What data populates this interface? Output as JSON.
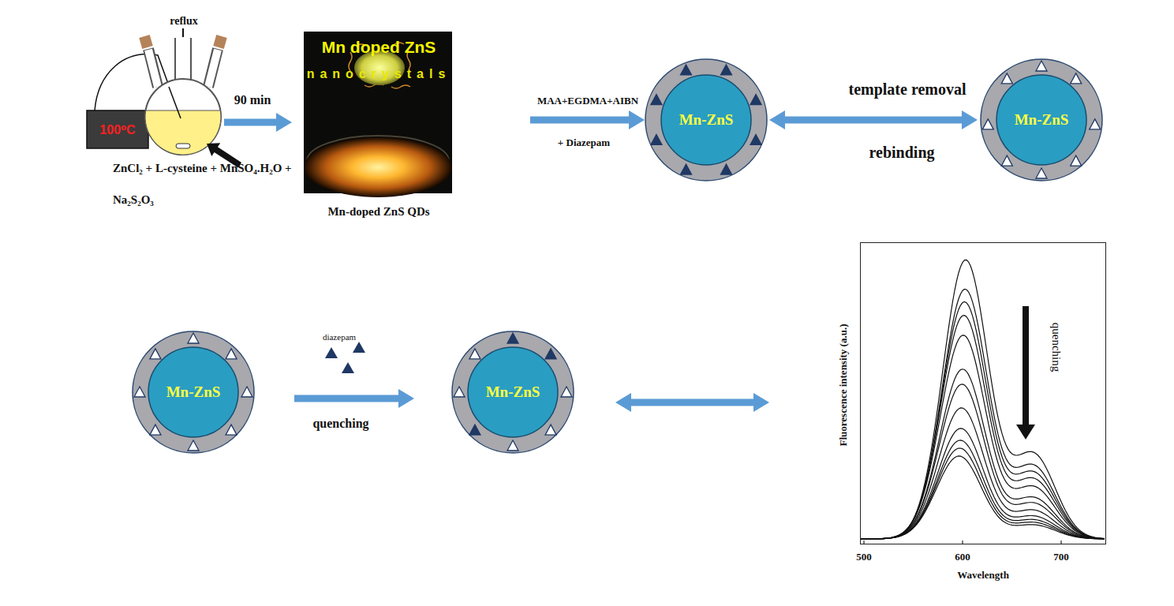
{
  "diagram": {
    "nodes": [
      {
        "text": [
          "ZnCl₂ + L-cysteine + MnSO₄.H₂O + Na₂S₂O₃"
        ]
      },
      {
        "text": [
          "Mn doped ZnS",
          "nanocrystals",
          "Mn-doped ZnS QDs"
        ]
      },
      {
        "text": [
          "Mn-ZnS"
        ]
      },
      {
        "text": [
          "Mn-ZnS"
        ]
      },
      {
        "text": [
          "Mn-ZnS"
        ]
      },
      {
        "text": [
          "Mn-ZnS"
        ]
      },
      {
        "text": [
          "Fluorescence intensity (a.u.)",
          "Wavelength"
        ]
      }
    ],
    "edges": [
      {
        "from": 0,
        "to": 1,
        "arrow": "to",
        "label": "90 min"
      },
      {
        "from": 1,
        "to": 2,
        "arrow": "to",
        "label": "MAA+EGDMA+AIBN"
      },
      {
        "from": 2,
        "to": 3,
        "arrow": "both",
        "label": "template removal"
      },
      {
        "from": 4,
        "to": 5,
        "arrow": "to",
        "label": "quenching"
      },
      {
        "from": 5,
        "to": 6,
        "arrow": "both"
      }
    ],
    "labels": [
      "reflux",
      "100⁰C",
      "+ Diazepam",
      "rebinding",
      "diazepam",
      "500",
      "600",
      "700",
      "quenching"
    ]
  }
}
